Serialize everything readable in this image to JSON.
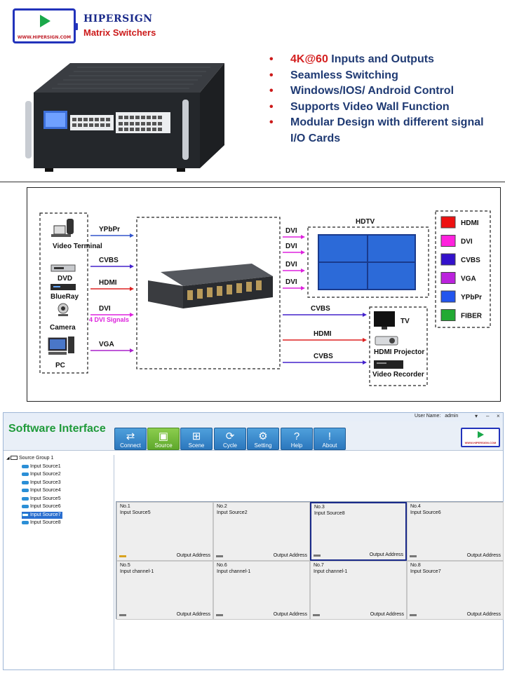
{
  "brand": {
    "name": "HIPERSIGN",
    "subtitle": "Matrix Switchers",
    "logo_url": "WWW.HIPERSIGN.COM"
  },
  "features": [
    {
      "highlight": "4K@60",
      "text": " Inputs and Outputs"
    },
    {
      "highlight": "",
      "text": "Seamless Switching"
    },
    {
      "highlight": "",
      "text": "Windows/IOS/ Android Control"
    },
    {
      "highlight": "",
      "text": "Supports Video Wall Function"
    },
    {
      "highlight": "",
      "text": "Modular Design with different signal I/O Cards"
    }
  ],
  "diagram": {
    "sources": [
      {
        "name": "Video Terminal",
        "icon": "video-terminal-icon"
      },
      {
        "name": "DVD",
        "icon": "dvd-icon"
      },
      {
        "name": "BlueRay",
        "icon": "bluray-icon"
      },
      {
        "name": "Camera",
        "icon": "camera-icon"
      },
      {
        "name": "PC",
        "icon": "pc-icon"
      }
    ],
    "input_signals": [
      {
        "label": "YPbPr",
        "color": "#3355cc"
      },
      {
        "label": "CVBS",
        "color": "#4422cc"
      },
      {
        "label": "HDMI",
        "color": "#dd2222"
      },
      {
        "label": "DVI",
        "color": "#dd22dd"
      },
      {
        "label": "VGA",
        "color": "#aa22cc"
      }
    ],
    "dvi_note": "4 DVI Signals",
    "dvi_outputs": [
      "DVI",
      "DVI",
      "DVI",
      "DVI"
    ],
    "hdtv_label": "HDTV",
    "outputs": [
      {
        "signal": "CVBS",
        "device": "TV",
        "color": "#4422cc"
      },
      {
        "signal": "HDMI",
        "device": "HDMI Projector",
        "color": "#dd2222"
      },
      {
        "signal": "CVBS",
        "device": "Video Recorder",
        "color": "#4422cc"
      }
    ],
    "legend": [
      {
        "label": "HDMI",
        "color": "#ee1111"
      },
      {
        "label": "DVI",
        "color": "#ff22dd"
      },
      {
        "label": "CVBS",
        "color": "#3311cc"
      },
      {
        "label": "VGA",
        "color": "#bb22dd"
      },
      {
        "label": "YPbPr",
        "color": "#2255ee"
      },
      {
        "label": "FIBER",
        "color": "#22aa33"
      }
    ]
  },
  "software": {
    "title": "Software Interface",
    "user_name_label": "User Name:",
    "user_name": "admin",
    "toolbar": [
      {
        "label": "Connect",
        "icon": "connect-icon",
        "active": false
      },
      {
        "label": "Source",
        "icon": "source-icon",
        "active": true
      },
      {
        "label": "Scene",
        "icon": "scene-icon",
        "active": false
      },
      {
        "label": "Cycle",
        "icon": "cycle-icon",
        "active": false
      },
      {
        "label": "Setting",
        "icon": "gear-icon",
        "active": false
      },
      {
        "label": "Help",
        "icon": "help-icon",
        "active": false
      },
      {
        "label": "About",
        "icon": "about-icon",
        "active": false
      }
    ],
    "tree": {
      "root": "Source Group 1",
      "items": [
        "Input Source1",
        "Input Source2",
        "Input Source3",
        "Input Source4",
        "Input Source5",
        "Input Source6",
        "Input Source7",
        "Input Source8"
      ],
      "selected_index": 6
    },
    "grid": [
      {
        "no": "No.1",
        "source": "Input Source5",
        "output": "Output Address"
      },
      {
        "no": "No.2",
        "source": "Input Source2",
        "output": "Output Address"
      },
      {
        "no": "No.3",
        "source": "Input Source8",
        "output": "Output Address"
      },
      {
        "no": "No.4",
        "source": "Input Source6",
        "output": "Output Address"
      },
      {
        "no": "No.5",
        "source": "Input channel-1",
        "output": "Output Address"
      },
      {
        "no": "No.6",
        "source": "Input channel-1",
        "output": "Output Address"
      },
      {
        "no": "No.7",
        "source": "Input channel-1",
        "output": "Output Address"
      },
      {
        "no": "No.8",
        "source": "Input Source7",
        "output": "Output Address"
      }
    ],
    "selected_cell": 2
  }
}
